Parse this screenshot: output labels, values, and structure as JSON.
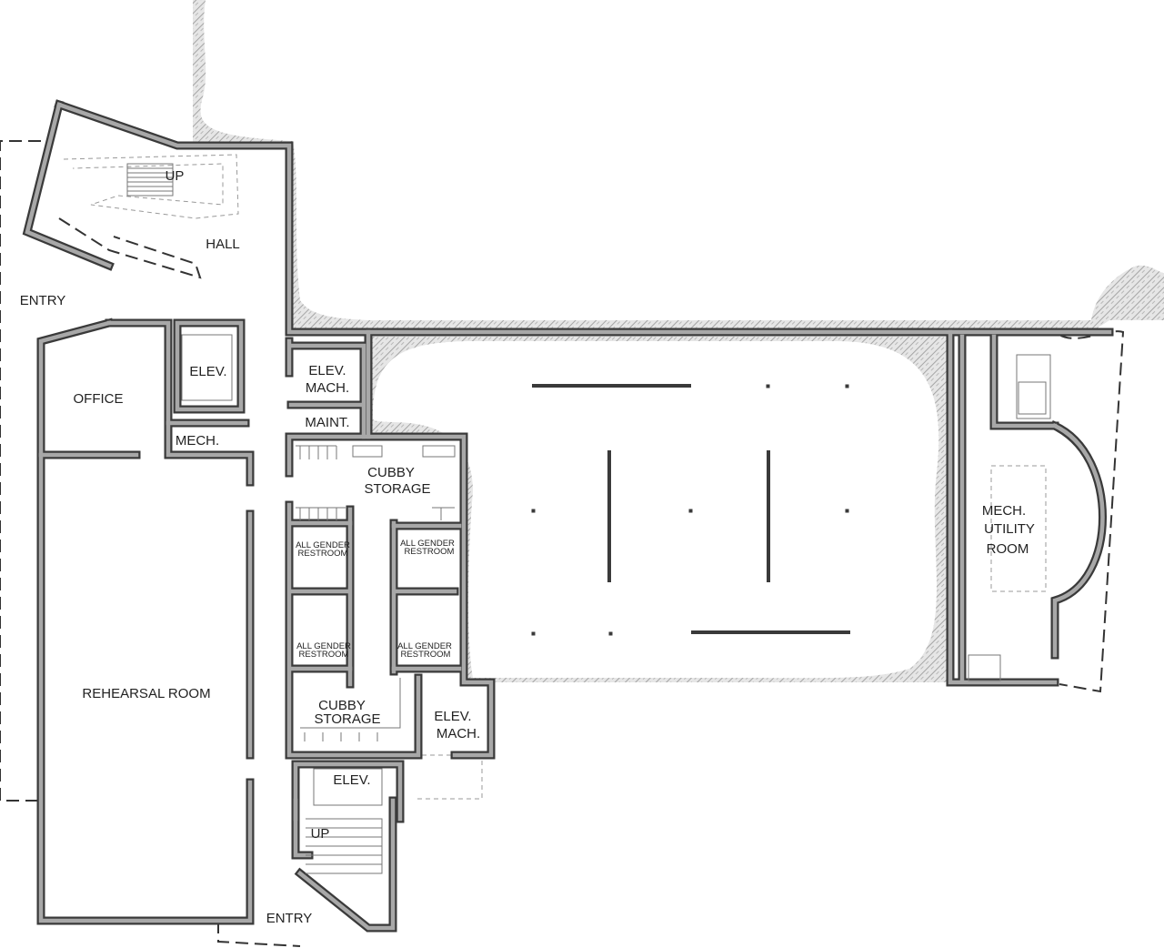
{
  "plan": {
    "labels": {
      "up_top": "UP",
      "hall": "HALL",
      "entry_top": "ENTRY",
      "office": "OFFICE",
      "elev_top": "ELEV.",
      "mech": "MECH.",
      "elev_mach_top_1": "ELEV.",
      "elev_mach_top_2": "MACH.",
      "maint": "MAINT.",
      "cubby_top_1": "CUBBY",
      "cubby_top_2": "STORAGE",
      "restroom_1a": "ALL GENDER",
      "restroom_1b": "RESTROOM",
      "restroom_2a": "ALL GENDER",
      "restroom_2b": "RESTROOM",
      "restroom_3a": "ALL GENDER",
      "restroom_3b": "RESTROOM",
      "restroom_4a": "ALL GENDER",
      "restroom_4b": "RESTROOM",
      "rehearsal": "REHEARSAL ROOM",
      "cubby_bottom_1": "CUBBY",
      "cubby_bottom_2": "STORAGE",
      "elev_mach_bottom_1": "ELEV.",
      "elev_mach_bottom_2": "MACH.",
      "elev_bottom": "ELEV.",
      "up_bottom": "UP",
      "entry_bottom": "ENTRY",
      "mech_utility_1": "MECH.",
      "mech_utility_2": "UTILITY",
      "mech_utility_3": "ROOM"
    },
    "colors": {
      "wall_outline": "#3a3a3a",
      "wall_fill": "#a8a8a8",
      "earth_hatch": "#b5b5b5"
    }
  }
}
